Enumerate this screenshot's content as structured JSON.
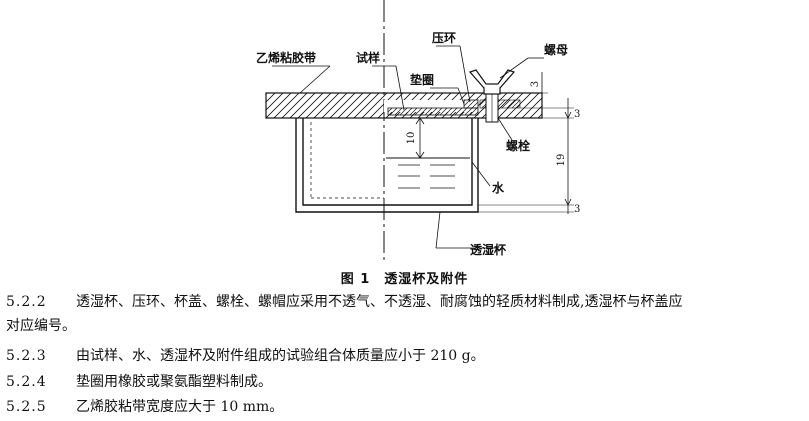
{
  "figure": {
    "labels": {
      "tape": "乙烯粘胶带",
      "specimen": "试样",
      "ring": "压环",
      "gasket": "垫圈",
      "nut": "螺母",
      "bolt": "螺栓",
      "water": "水",
      "cup": "透湿杯"
    },
    "dimensions": {
      "d_nut": "3",
      "d_top": "3",
      "d_gap": "10",
      "d_water": "19",
      "d_bottom": "3"
    },
    "caption_number": "图 1",
    "caption_title": "透湿杯及附件"
  },
  "clauses": [
    {
      "number": "5.2.2",
      "text_line1": "透湿杯、压环、杯盖、螺栓、螺帽应采用不透气、不透湿、耐腐蚀的轻质材料制成,透湿杯与杯盖应",
      "text_line2": "对应编号。"
    },
    {
      "number": "5.2.3",
      "text": "由试样、水、透湿杯及附件组成的试验组合体质量应小于 210 g。"
    },
    {
      "number": "5.2.4",
      "text": "垫圈用橡胶或聚氨酯塑料制成。"
    },
    {
      "number": "5.2.5",
      "text": "乙烯胶粘带宽度应大于 10 mm。"
    }
  ]
}
